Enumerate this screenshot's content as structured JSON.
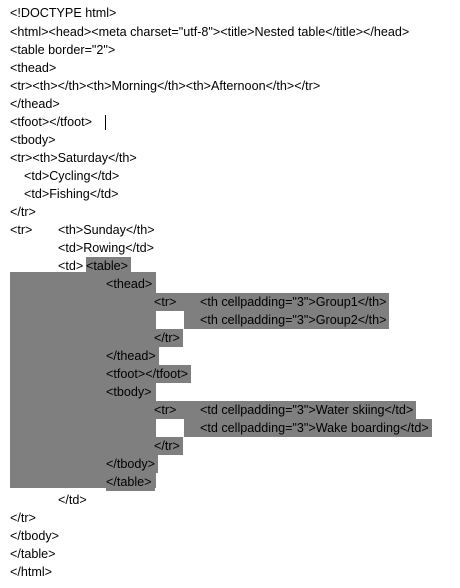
{
  "document": {
    "lines": [
      "<!DOCTYPE html>",
      "<html><head><meta charset=\"utf-8\"><title>Nested table</title></head>",
      "<table border=\"2\">",
      "<thead>",
      "<tr><th></th><th>Morning</th><th>Afternoon</th></tr>",
      "</thead>",
      "<tfoot></tfoot>",
      "<tbody>",
      "<tr><th>Saturday</th>",
      "<td>Cycling</td>",
      "<td>Fishing</td>",
      "</tr>",
      "<tr>",
      "<th>Sunday</th>",
      "<td>Rowing</td>",
      "<td>",
      "<table>",
      "<thead>",
      "<tr>",
      "<th cellpadding=\"3\">Group1</th>",
      "<th cellpadding=\"3\">Group2</th>",
      "</tr>",
      "</thead>",
      "<tfoot></tfoot>",
      "<tbody>",
      "<tr>",
      "<td cellpadding=\"3\">Water skiing</td>",
      "<td cellpadding=\"3\">Wake boarding</td>",
      "</tr>",
      "</tbody>",
      "</table>",
      "</td>",
      "</tr>",
      "</tbody>",
      "</table>",
      "</html>"
    ],
    "selection_color": "#7f7f7f"
  }
}
